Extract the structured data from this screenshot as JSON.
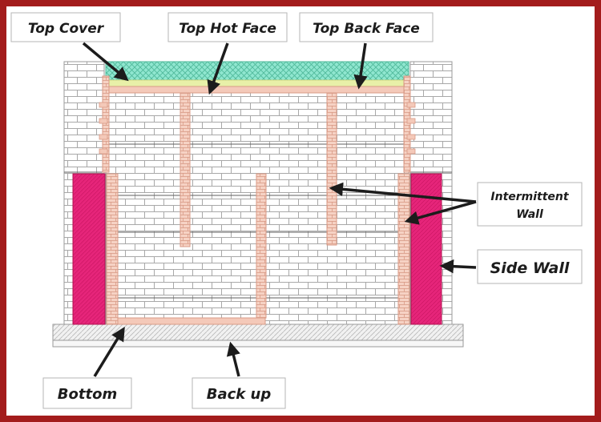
{
  "frame_color": "#a31c1c",
  "brick_line_color": "#9a9a9a",
  "refractory_color": "#f4c9b9",
  "refractory_stroke": "#d99a86",
  "side_wall_color": "#e6257a",
  "cover_color": "#7fe0c6",
  "labels": {
    "top_cover": "Top Cover",
    "top_hot_face": "Top Hot Face",
    "top_back_face": "Top Back Face",
    "intermittent_line1": "Intermittent",
    "intermittent_line2": "Wall",
    "side_wall": "Side Wall",
    "bottom": "Bottom",
    "back_up": "Back up"
  }
}
